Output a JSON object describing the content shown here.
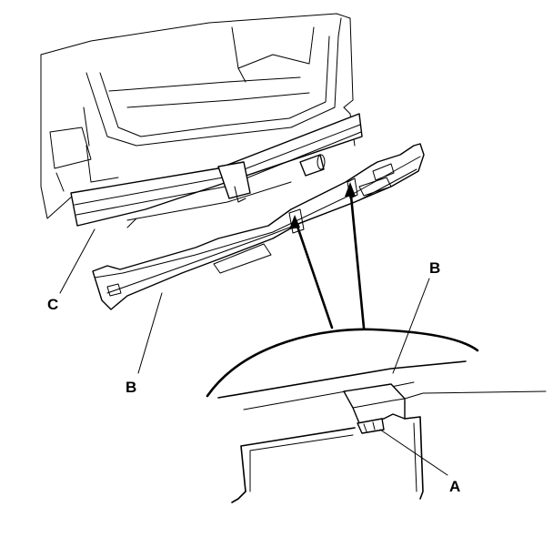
{
  "callouts": {
    "a": "A",
    "b_upper": "B",
    "b_lower": "B",
    "c": "C"
  }
}
